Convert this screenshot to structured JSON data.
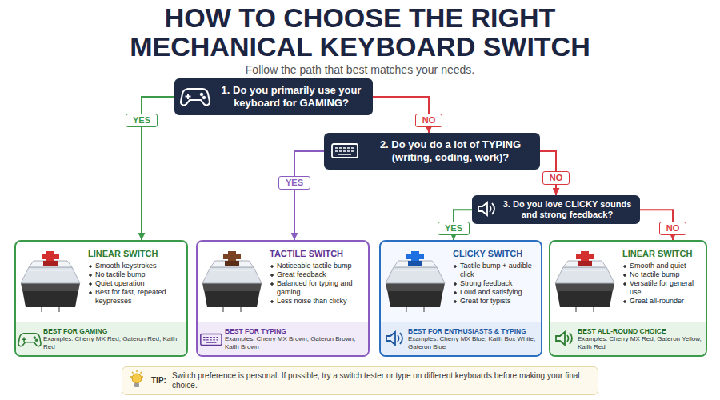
{
  "diagram": {
    "title": "HOW TO CHOOSE THE RIGHT MECHANICAL KEYBOARD SWITCH",
    "caption": "Follow the path that best matches your needs.",
    "nodes": [
      {
        "text": [
          "1. Do you primarily use your keyboard for GAMING?"
        ]
      },
      {
        "text": [
          "2. Do you do a lot of TYPING (writing, coding, work)?"
        ]
      },
      {
        "text": [
          "3. Do you love CLICKY sounds and strong feedback?"
        ]
      },
      {
        "text": [
          "LINEAR SWITCH",
          "Smooth keystrokes",
          "No tactile bump",
          "Quiet operation",
          "Best for fast, repeated keypresses"
        ]
      },
      {
        "text": [
          "BEST FOR GAMING",
          "Examples: Cherry MX Red, Gateron Red, Kailh Red"
        ],
        "in": 3
      },
      {
        "text": [
          "TACTILE SWITCH",
          "Noticeable tactile bump",
          "Great feedback",
          "Balanced for typing and gaming",
          "Less noise than clicky"
        ]
      },
      {
        "text": [
          "BEST FOR TYPING",
          "Examples: Cherry MX Brown, Gateron Brown, Kailh Brown"
        ],
        "in": 5
      },
      {
        "text": [
          "CLICKY SWITCH",
          "Tactile bump + audible click",
          "Strong feedback",
          "Loud and satisfying",
          "Great for typists"
        ]
      },
      {
        "text": [
          "BEST FOR ENTHUSIASTS & TYPING",
          "Examples: Cherry MX Blue, Kailh Box White, Gateron Blue"
        ],
        "in": 7
      },
      {
        "text": [
          "LINEAR SWITCH",
          "Smooth and quiet",
          "No tactile bump",
          "Versatile for general use",
          "Great all-rounder"
        ]
      },
      {
        "text": [
          "BEST ALL-ROUND CHOICE",
          "Examples: Cherry MX Red, Gateron Yellow, Kailh Red"
        ],
        "in": 9
      },
      {
        "text": [
          "TIP:",
          "Switch preference is personal. If possible, try a switch tester or type on different keyboards before making your final choice."
        ]
      }
    ],
    "edges": [
      {
        "from": 0,
        "to": 3,
        "label": "YES",
        "arrow": "to"
      },
      {
        "from": 0,
        "to": 1,
        "label": "NO",
        "arrow": "to"
      },
      {
        "from": 1,
        "to": 5,
        "label": "YES",
        "arrow": "to"
      },
      {
        "from": 1,
        "to": 2,
        "label": "NO",
        "arrow": "to"
      },
      {
        "from": 2,
        "to": 7,
        "label": "YES",
        "arrow": "to"
      },
      {
        "from": 2,
        "to": 9,
        "label": "NO",
        "arrow": "to"
      }
    ]
  }
}
